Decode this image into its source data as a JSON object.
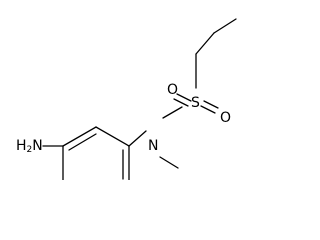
{
  "molecule": {
    "atoms": {
      "amine_group": "H2N",
      "amine_h": "H",
      "amine_subscript": "2",
      "amine_n": "N",
      "sulfonamide_nitrogen": "N",
      "sulfur": "S",
      "oxygen_left": "O",
      "oxygen_right": "O"
    }
  }
}
